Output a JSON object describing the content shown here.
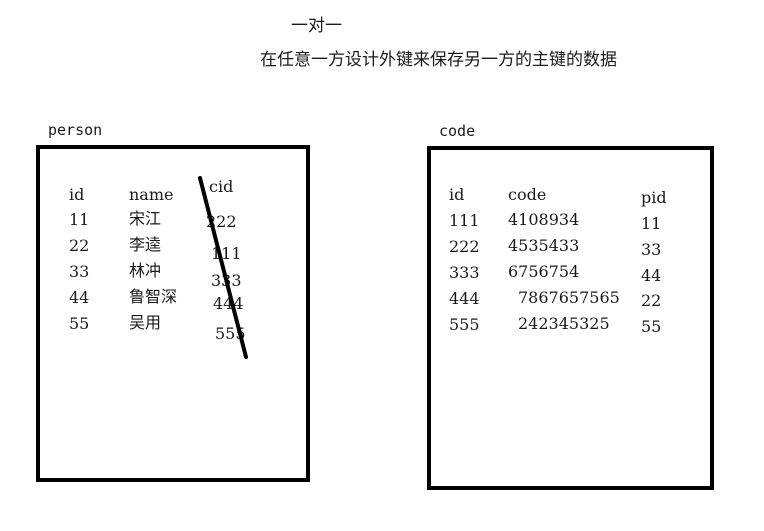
{
  "header": {
    "title": "一对一",
    "subtitle": "在任意一方设计外键来保存另一方的主键的数据"
  },
  "person": {
    "label": "person",
    "columns": [
      "id",
      "name",
      "cid"
    ],
    "rows": [
      [
        "11",
        "宋江",
        "222"
      ],
      [
        "22",
        "李逵",
        "111"
      ],
      [
        "33",
        "林冲",
        "333"
      ],
      [
        "44",
        "鲁智深",
        "444"
      ],
      [
        "55",
        "吴用",
        "555"
      ]
    ]
  },
  "code": {
    "label": "code",
    "columns": [
      "id",
      "code",
      "pid"
    ],
    "rows": [
      [
        "111",
        "4108934",
        "11"
      ],
      [
        "222",
        "4535433",
        "33"
      ],
      [
        "333",
        "6756754",
        "44"
      ],
      [
        "444",
        "7867657565",
        "22"
      ],
      [
        "555",
        "242345325",
        "55"
      ]
    ]
  },
  "colors": {
    "border": "#000000",
    "text": "#1a1a1a",
    "strike": "#000000"
  }
}
